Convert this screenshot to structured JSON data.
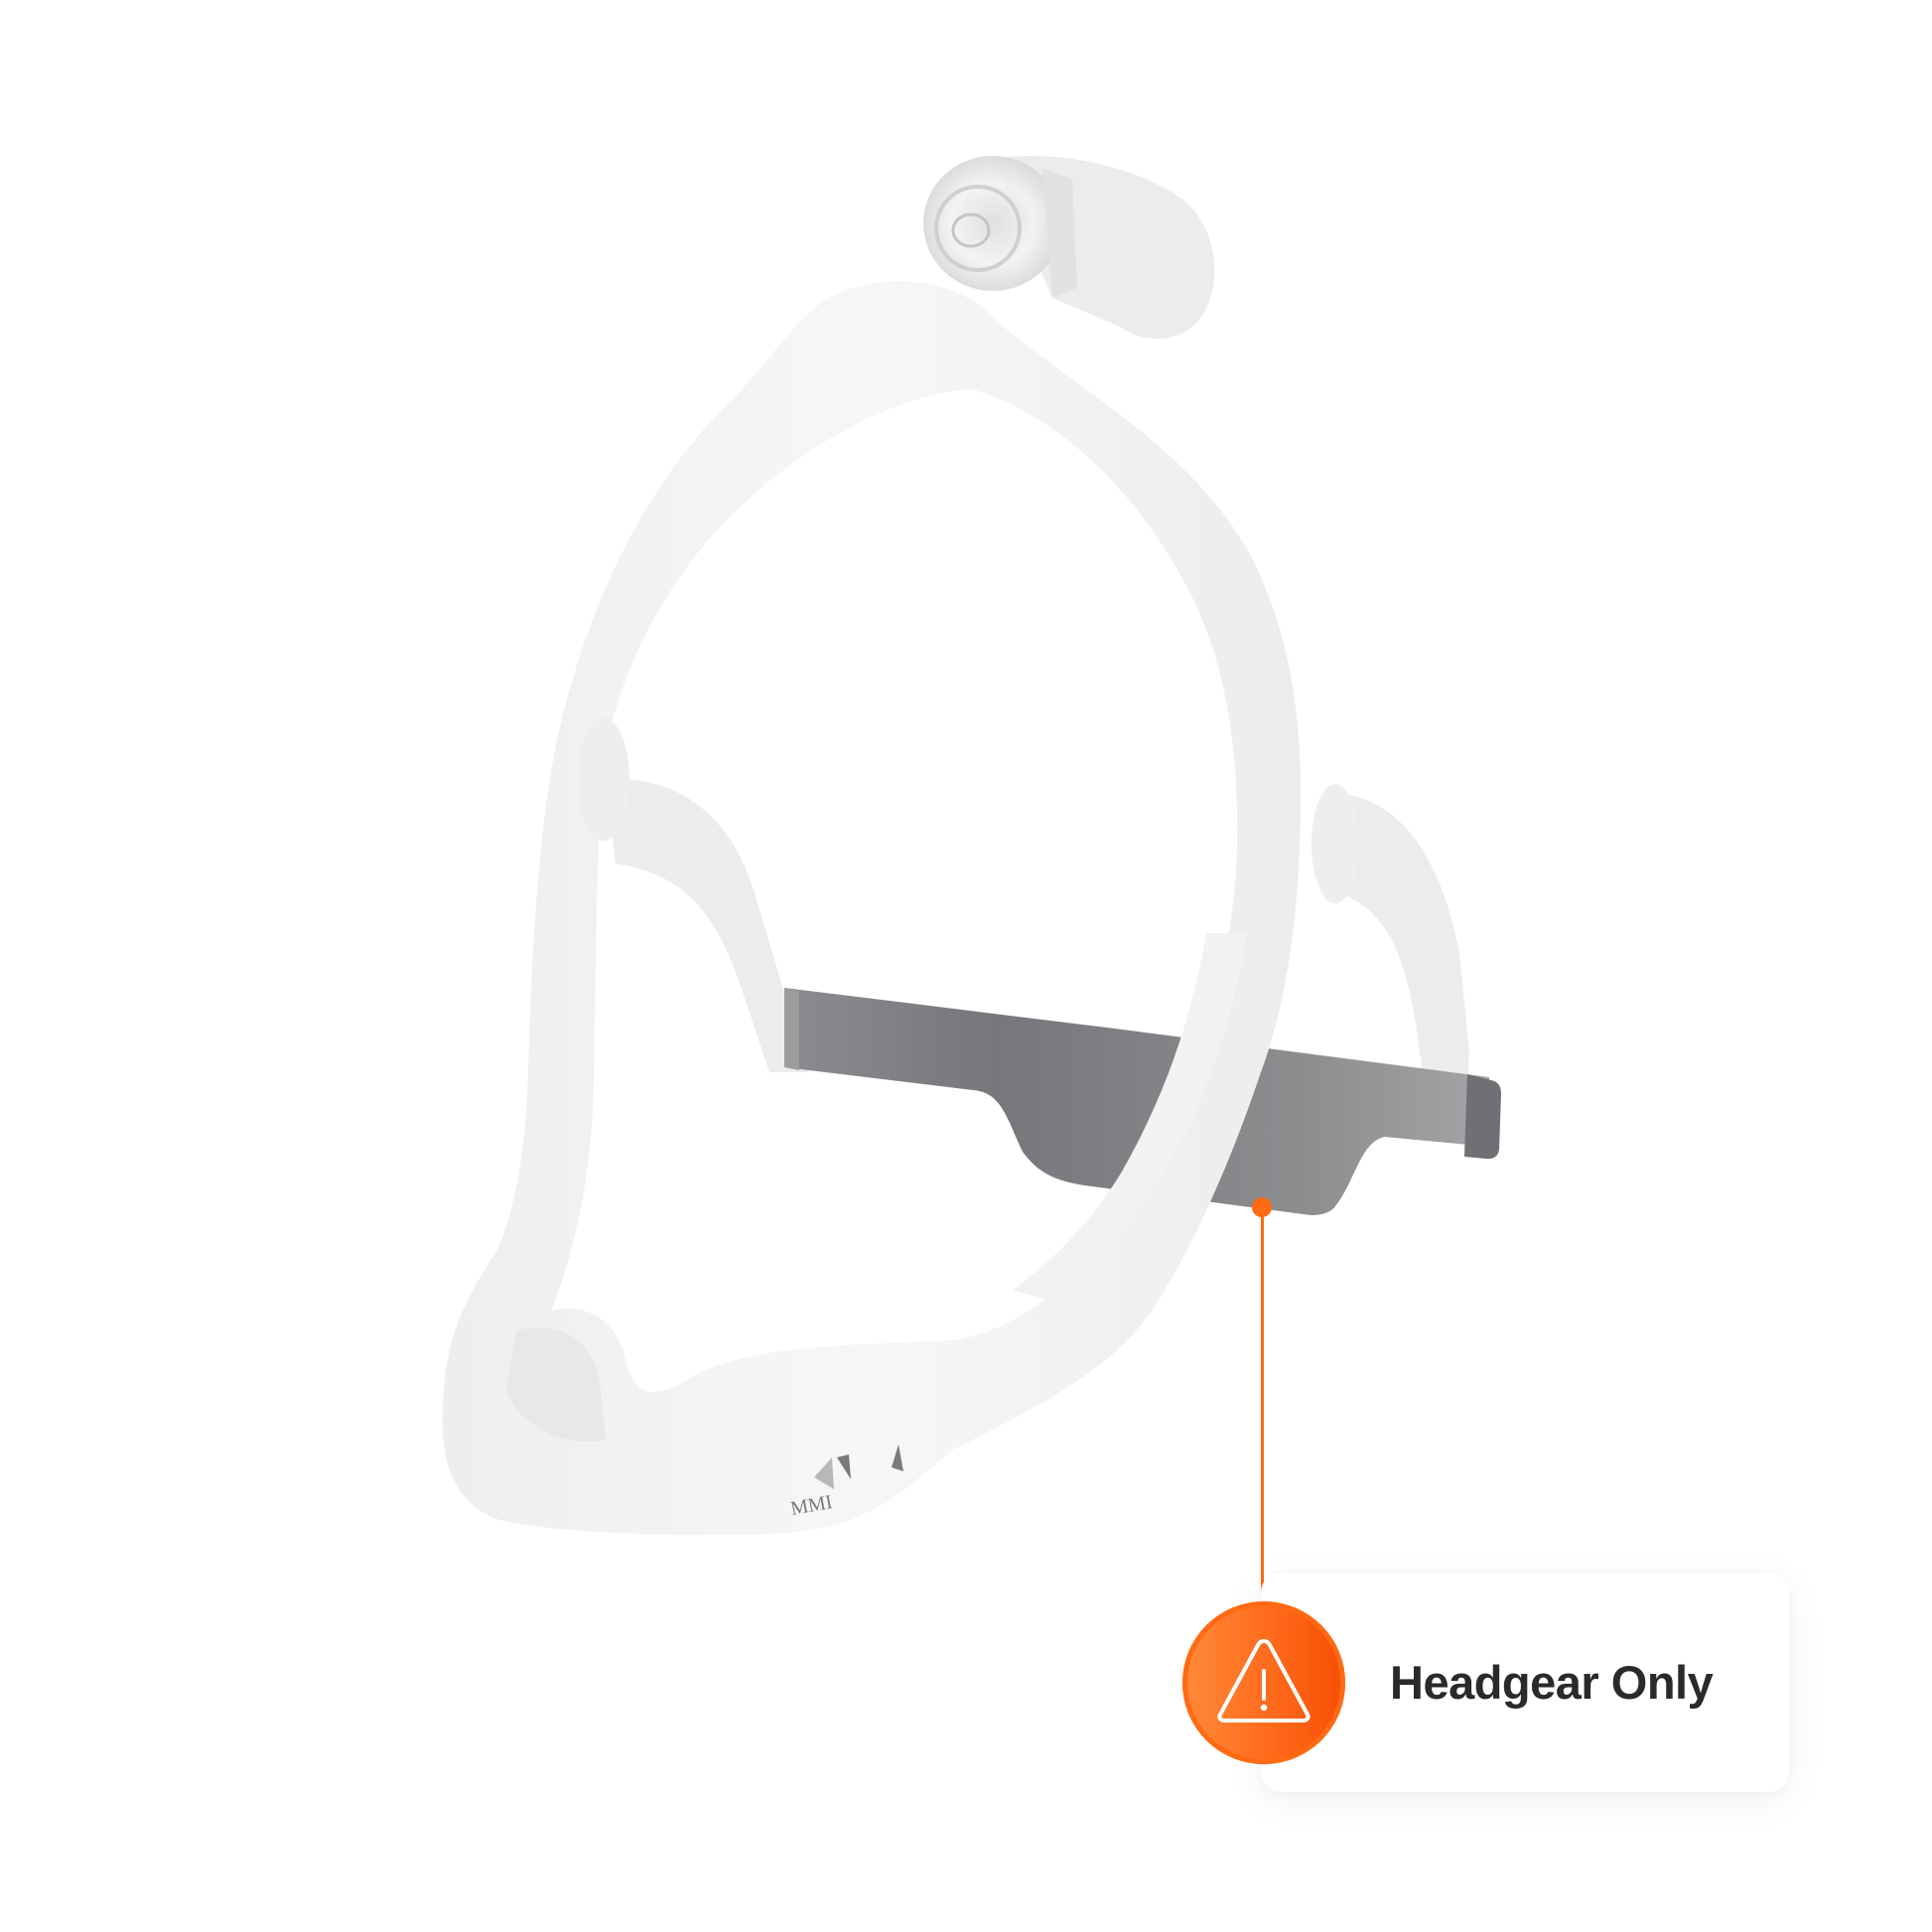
{
  "product": {
    "name": "Nasal cushion CPAP mask frame with headgear",
    "logo_text": "MMI",
    "colors": {
      "frame": "#f0f0f0",
      "frame_shade": "#e6e6e6",
      "band": "#7b7d80",
      "band_light": "#9a9c9e",
      "elbow": "#ececec"
    }
  },
  "callout": {
    "label": "Headgear Only",
    "icon": "warning-triangle-icon",
    "accent_color": "#ff6a13",
    "text_color": "#2a2a2a"
  }
}
